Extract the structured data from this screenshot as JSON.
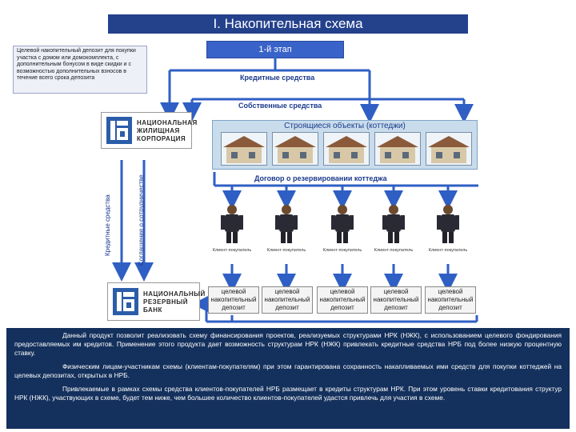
{
  "title": "I. Накопительная схема",
  "description_box": "Целевой накопительный депозит для покупки участка с домом или домокомплекта, с дополнительным бонусом в виде скидки и с возможностью дополнительных взносов в течение всего срока депозита",
  "stage": "1-й этап",
  "credit_funds": "Кредитные средства",
  "own_funds": "Собственные средства",
  "houses_label": "Строящиеся объекты (коттеджи)",
  "reservation": "Договор о резервировании коттеджа",
  "vertical_credit": "Кредитные средства",
  "vertical_agreement": "Соглашение о сотрудничестве",
  "logo_top": [
    "НАЦИОНАЛЬНАЯ",
    "ЖИЛИЩНАЯ",
    "КОРПОРАЦИЯ"
  ],
  "logo_bottom": [
    "НАЦИОНАЛЬНЫЙ",
    "РЕЗЕРВНЫЙ",
    "БАНК"
  ],
  "buyers": [
    "Клиент-покупатель",
    "Клиент-покупатель",
    "Клиент-покупатель",
    "Клиент-покупатель",
    "Клиент-покупатель"
  ],
  "deposits": [
    {
      "l1": "целевой",
      "l2": "накопительный",
      "l3": "депозит"
    },
    {
      "l1": "целевой",
      "l2": "накопительный",
      "l3": "депозит"
    },
    {
      "l1": "целевой",
      "l2": "накопительный",
      "l3": "депозит"
    },
    {
      "l1": "целевой",
      "l2": "накопительный",
      "l3": "депозит"
    },
    {
      "l1": "целевой",
      "l2": "накопительный",
      "l3": "депозит"
    }
  ],
  "bottom": {
    "p1": "Данный продукт позволит реализовать схему финансирования проектов, реализуемых структурами НРК (НЖК), с использованием целевого фондирования предоставляемых им кредитов. Применение этого продукта дает возможность структурам НРК (НЖК) привлекать кредитные средства НРБ под более низкую процентную ставку.",
    "p2": "Физическим лицам-участникам схемы (клиентам-покупателям) при этом гарантирована сохранность накапливаемых ими средств для покупки коттеджей на целевых депозитах, открытых в НРБ.",
    "p3": "Привлекаемые в рамках схемы средства клиентов-покупателей НРБ размещает в кредиты структурам НРК. При этом уровень ставки кредитования структур НРК (НЖК), участвующих в схеме, будет тем ниже, чем большее количество клиентов-покупателей удастся привлечь для участия в схеме."
  },
  "colors": {
    "title_bg": "#24418c",
    "stage_bg": "#3a63c9",
    "arrow": "#2f5fc4",
    "panel_bg": "#14305c"
  }
}
